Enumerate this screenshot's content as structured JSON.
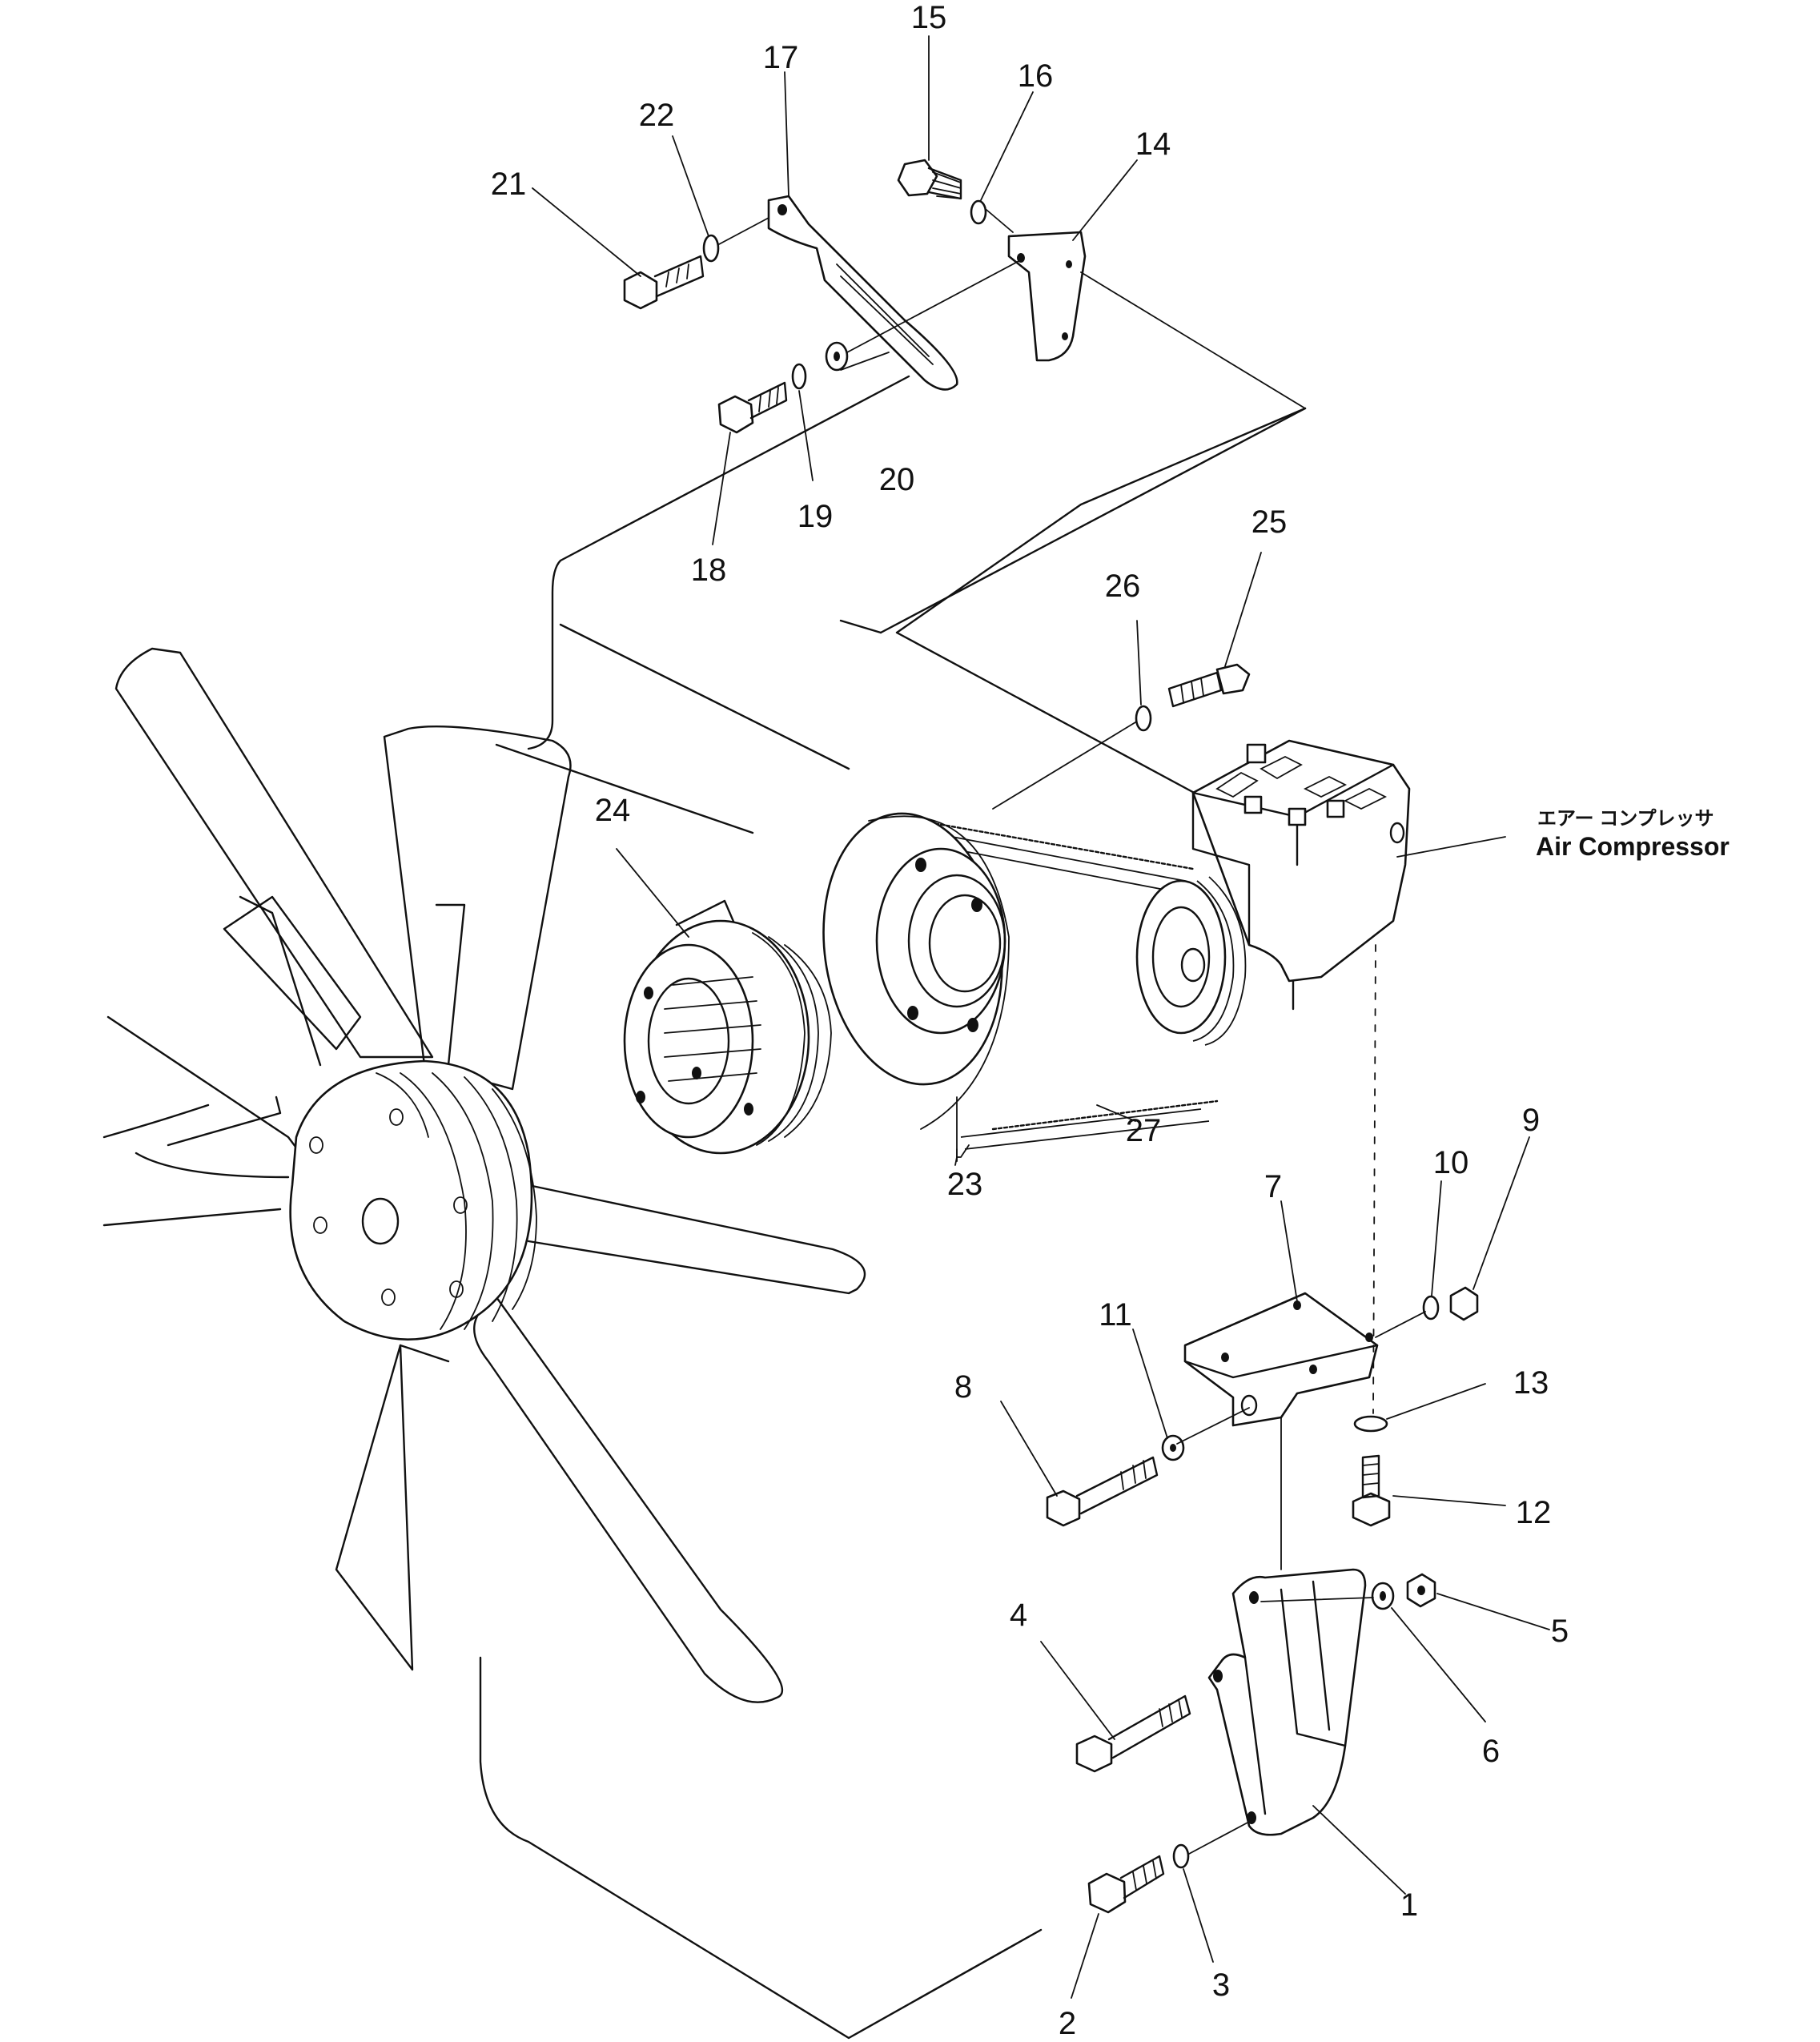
{
  "title": "",
  "callout": {
    "ja": "エアー コンプレッサ",
    "en": "Air Compressor"
  },
  "part_numbers": [
    "1",
    "2",
    "3",
    "4",
    "5",
    "6",
    "7",
    "8",
    "9",
    "10",
    "11",
    "12",
    "13",
    "14",
    "15",
    "16",
    "17",
    "18",
    "19",
    "20",
    "21",
    "22",
    "23",
    "24",
    "25",
    "26",
    "27"
  ]
}
